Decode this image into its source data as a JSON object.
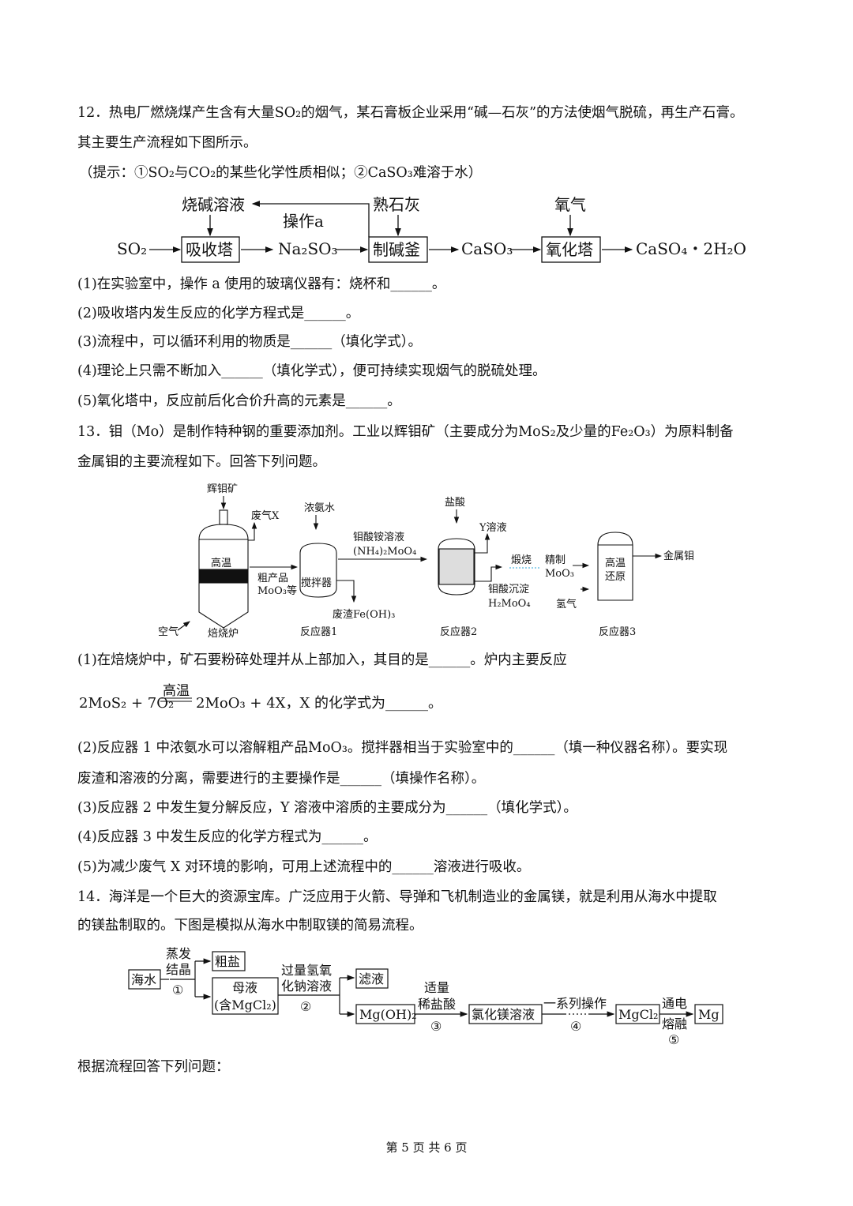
{
  "q12": {
    "stem1": "12．热电厂燃烧煤产生含有大量SO₂的烟气，某石膏板企业采用“碱—石灰”的方法使烟气脱硫，再生产石膏。",
    "stem2": "其主要生产流程如下图所示。",
    "hint": "（提示：①SO₂与CO₂的某些化学性质相似；②CaSO₃难溶于水）",
    "diagram": {
      "naoh": "烧碱溶液",
      "lime": "熟石灰",
      "oxygen": "氧气",
      "op_a": "操作a",
      "so2": "SO₂",
      "absorber": "吸收塔",
      "na2so3": "Na₂SO₃",
      "kettle": "制碱釜",
      "caso3": "CaSO₃",
      "oxidizer": "氧化塔",
      "product": "CaSO₄・2H₂O"
    },
    "parts": [
      "(1)在实验室中，操作 a 使用的玻璃仪器有：烧杯和______。",
      "(2)吸收塔内发生反应的化学方程式是______。",
      "(3)流程中，可以循环利用的物质是______（填化学式）。",
      "(4)理论上只需不断加入______（填化学式），便可持续实现烟气的脱硫处理。",
      "(5)氧化塔中，反应前后化合价升高的元素是______。"
    ]
  },
  "q13": {
    "stem1": "13．钼（Mo）是制作特种钢的重要添加剂。工业以辉钼矿（主要成分为MoS₂及少量的Fe₂O₃）为原料制备",
    "stem2": "金属钼的主要流程如下。回答下列问题。",
    "diagram": {
      "ore": "辉钼矿",
      "waste_gas": "废气X",
      "high_temp": "高温",
      "air": "空气",
      "furnace": "焙烧炉",
      "crude1": "粗产品",
      "crude2": "MoO₃等",
      "ammonia": "浓氨水",
      "stirrer": "搅拌器",
      "residue": "废渣Fe(OH)₃",
      "r1": "反应器1",
      "amm_mol1": "钼酸铵溶液",
      "amm_mol2": "(NH₄)₂MoO₄",
      "hcl": "盐酸",
      "y_sol": "Y溶液",
      "precip1": "钼酸沉淀",
      "precip2": "H₂MoO₄",
      "r2": "反应器2",
      "calcine": "煅烧",
      "refined1": "精制",
      "refined2": "MoO₃",
      "hydrogen": "氢气",
      "reduce1": "高温",
      "reduce2": "还原",
      "metal": "金属钼",
      "r3": "反应器3"
    },
    "p1a": "(1)在焙烧炉中，矿石要粉碎处理并从上部加入，其目的是______。炉内主要反应",
    "eq_cond": "高温",
    "eq_left": "2MoS₂ + 7O₂",
    "eq_right": "2MoO₃ + 4X，X 的化学式为______。",
    "parts": [
      "(2)反应器 1 中浓氨水可以溶解粗产品MoO₃。搅拌器相当于实验室中的______（填一种仪器名称）。要实现",
      "废渣和溶液的分离，需要进行的主要操作是______（填操作名称）。",
      "(3)反应器 2 中发生复分解反应，Y 溶液中溶质的主要成分为______（填化学式）。",
      "(4)反应器 3 中发生反应的化学方程式为______。",
      "(5)为减少废气 X 对环境的影响，可用上述流程中的______溶液进行吸收。"
    ]
  },
  "q14": {
    "stem1": "14．海洋是一个巨大的资源宝库。广泛应用于火箭、导弹和飞机制造业的金属镁，就是利用从海水中提取",
    "stem2": "的镁盐制取的。下图是模拟从海水中制取镁的简易流程。",
    "diagram": {
      "seawater": "海水",
      "evap1": "蒸发",
      "evap2": "结晶",
      "s1": "①",
      "crude_salt": "粗盐",
      "mother1": "母液",
      "mother2": "(含MgCl₂)",
      "naoh1": "过量氢氧",
      "naoh2": "化钠溶液",
      "s2": "②",
      "filtrate": "滤液",
      "mgoh2": "Mg(OH)₂",
      "hcl1": "适量",
      "hcl2": "稀盐酸",
      "s3": "③",
      "mgcl_sol": "氯化镁溶液",
      "ops": "一系列操作",
      "s4": "④",
      "mgcl2": "MgCl₂",
      "elec1": "通电",
      "elec2": "熔融",
      "s5": "⑤",
      "mg": "Mg"
    },
    "prompt": "根据流程回答下列问题："
  },
  "footer": "第 5 页 共 6 页"
}
